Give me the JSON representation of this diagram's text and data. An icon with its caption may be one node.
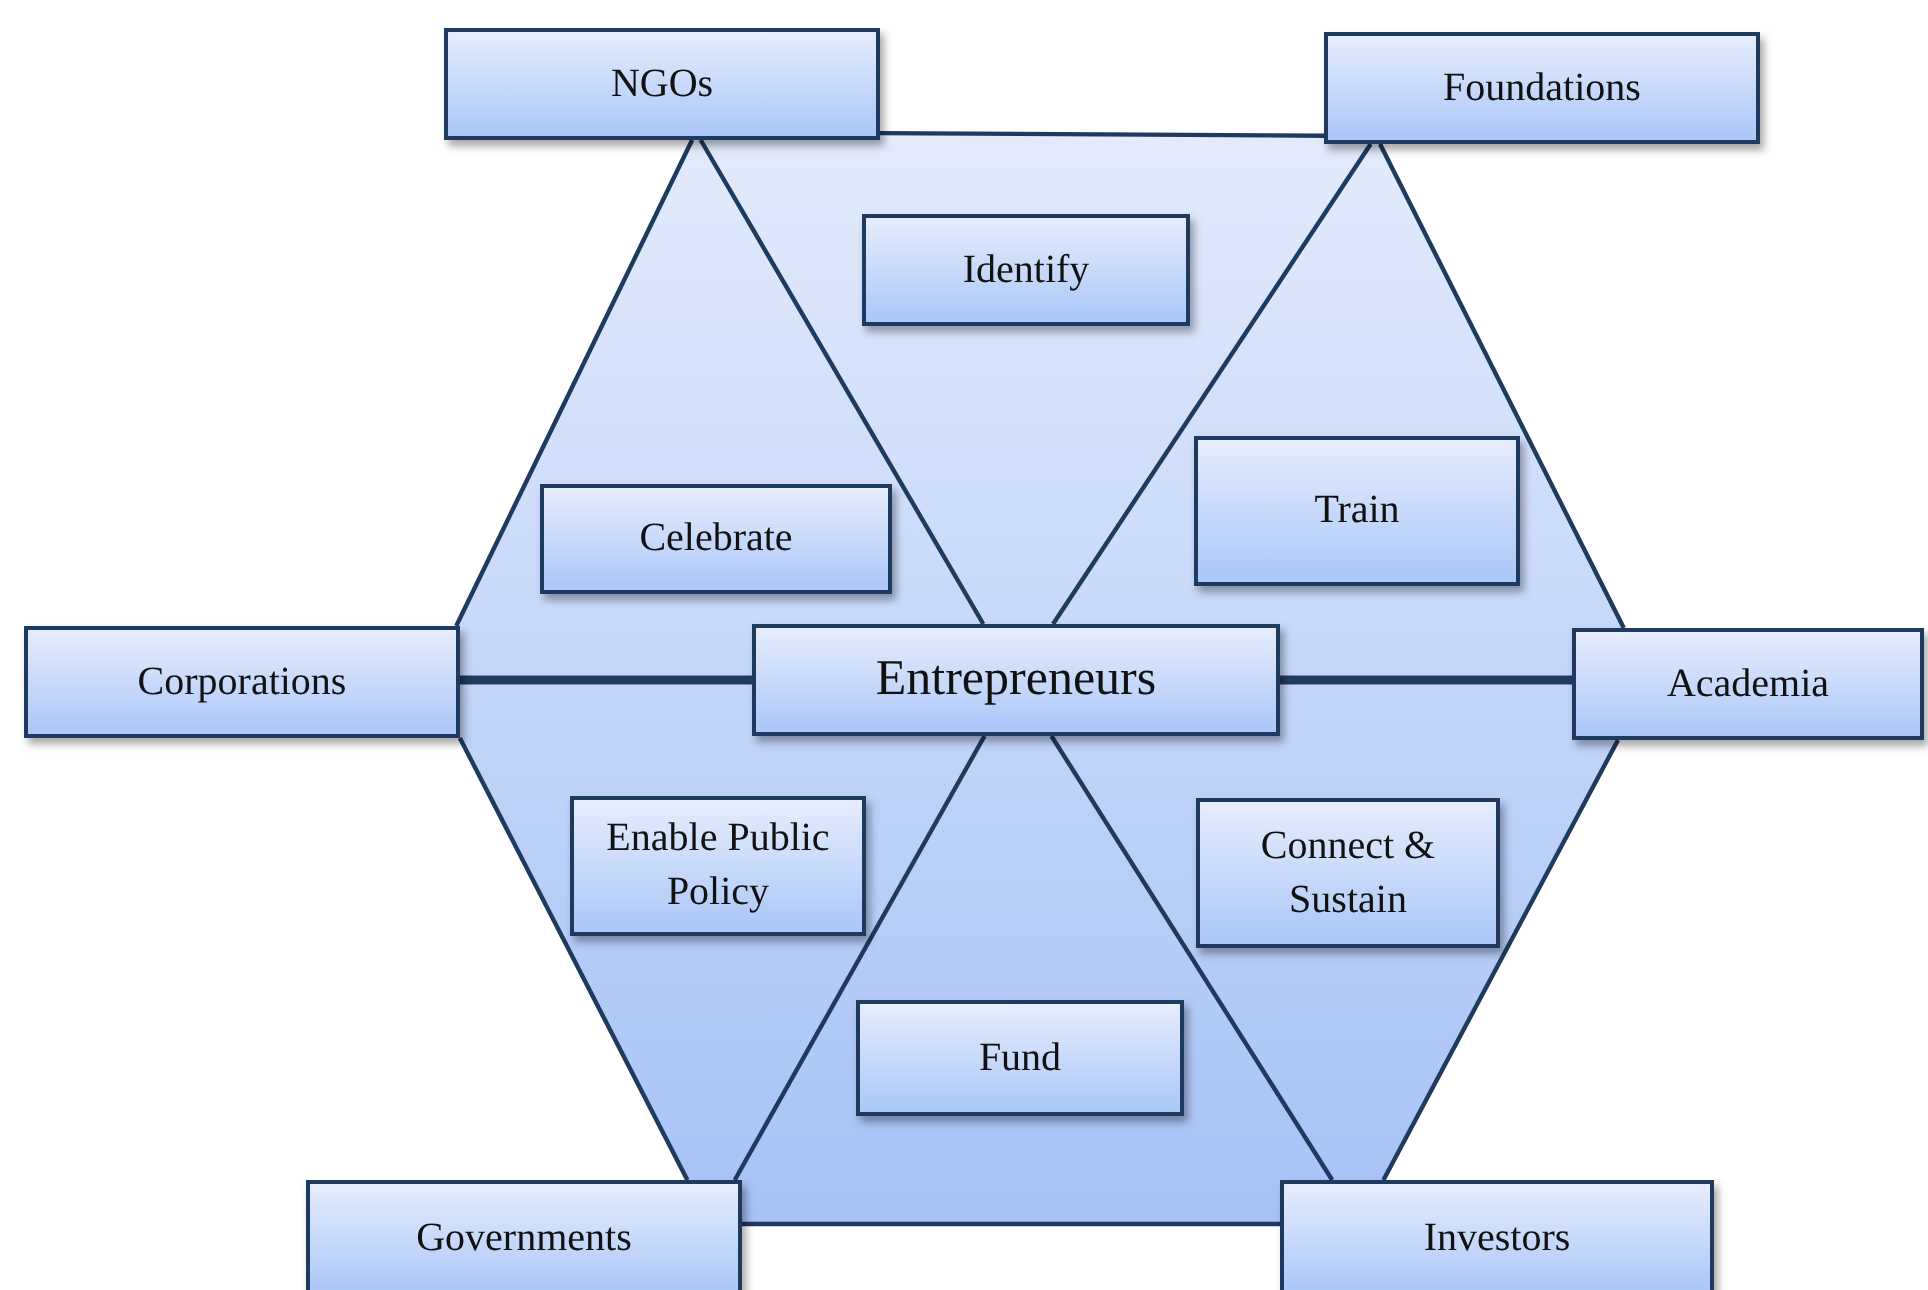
{
  "diagram": {
    "nodes": [
      {
        "text": [
          "NGOs"
        ]
      },
      {
        "text": [
          "Foundations"
        ]
      },
      {
        "text": [
          "Identify"
        ]
      },
      {
        "text": [
          "Celebrate"
        ]
      },
      {
        "text": [
          "Train"
        ]
      },
      {
        "text": [
          "Corporations"
        ]
      },
      {
        "text": [
          "Entrepreneurs"
        ]
      },
      {
        "text": [
          "Academia"
        ]
      },
      {
        "text": [
          "Enable Public Policy"
        ]
      },
      {
        "text": [
          "Connect & Sustain"
        ]
      },
      {
        "text": [
          "Fund"
        ]
      },
      {
        "text": [
          "Governments"
        ]
      },
      {
        "text": [
          "Investors"
        ]
      }
    ],
    "edges": [
      {
        "from": 0,
        "to": 1,
        "arrow": "none"
      },
      {
        "from": 1,
        "to": 7,
        "arrow": "none"
      },
      {
        "from": 7,
        "to": 12,
        "arrow": "none"
      },
      {
        "from": 12,
        "to": 11,
        "arrow": "none"
      },
      {
        "from": 11,
        "to": 5,
        "arrow": "none"
      },
      {
        "from": 5,
        "to": 0,
        "arrow": "none"
      },
      {
        "from": 0,
        "to": 6,
        "arrow": "none"
      },
      {
        "from": 6,
        "to": 12,
        "arrow": "none"
      },
      {
        "from": 1,
        "to": 6,
        "arrow": "none"
      },
      {
        "from": 6,
        "to": 11,
        "arrow": "none"
      },
      {
        "from": 5,
        "to": 6,
        "arrow": "none",
        "style": "thick"
      },
      {
        "from": 6,
        "to": 7,
        "arrow": "none",
        "style": "thick"
      }
    ]
  }
}
